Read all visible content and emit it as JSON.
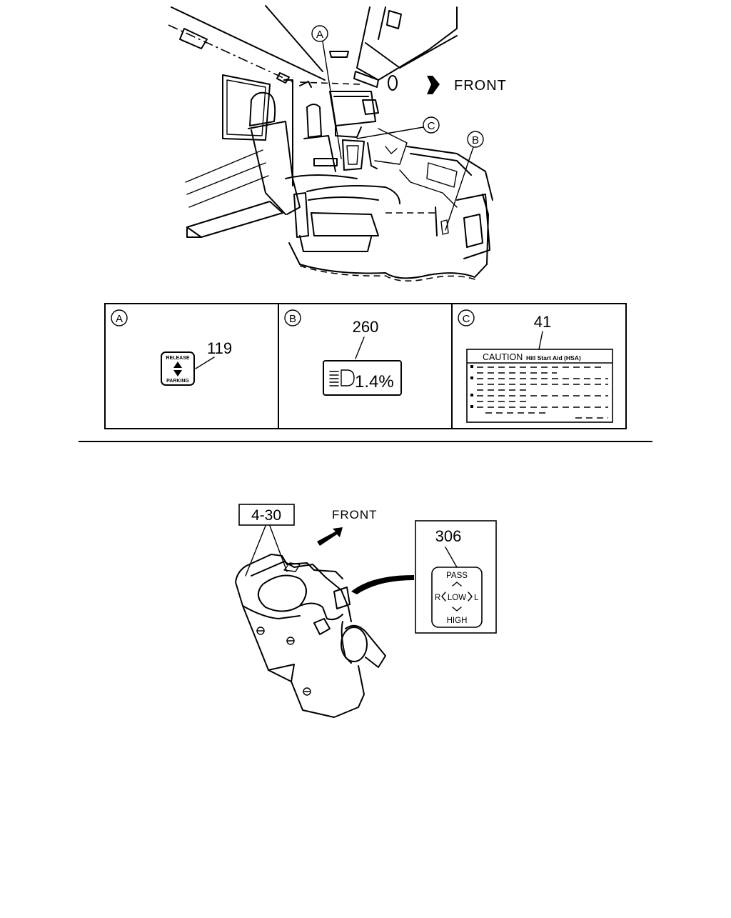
{
  "top_view": {
    "front_label": "FRONT",
    "callouts": {
      "a": "A",
      "b": "B",
      "c": "C"
    }
  },
  "labels_table": {
    "panel_a": {
      "letter": "A",
      "part_number": "119",
      "label_top": "RELEASE",
      "label_bottom": "PARKING"
    },
    "panel_b": {
      "letter": "B",
      "part_number": "260",
      "display_value": "1.4%"
    },
    "panel_c": {
      "letter": "C",
      "part_number": "41",
      "caution_word": "CAUTION",
      "caution_subtitle": "Hill Start Aid (HSA)"
    }
  },
  "switch_view": {
    "figure_ref": "4-30",
    "front_label": "FRONT",
    "label_part_number": "306",
    "switch_label": {
      "pass": "PASS",
      "low": "LOW",
      "high": "HIGH",
      "left": "L",
      "right": "R"
    }
  }
}
